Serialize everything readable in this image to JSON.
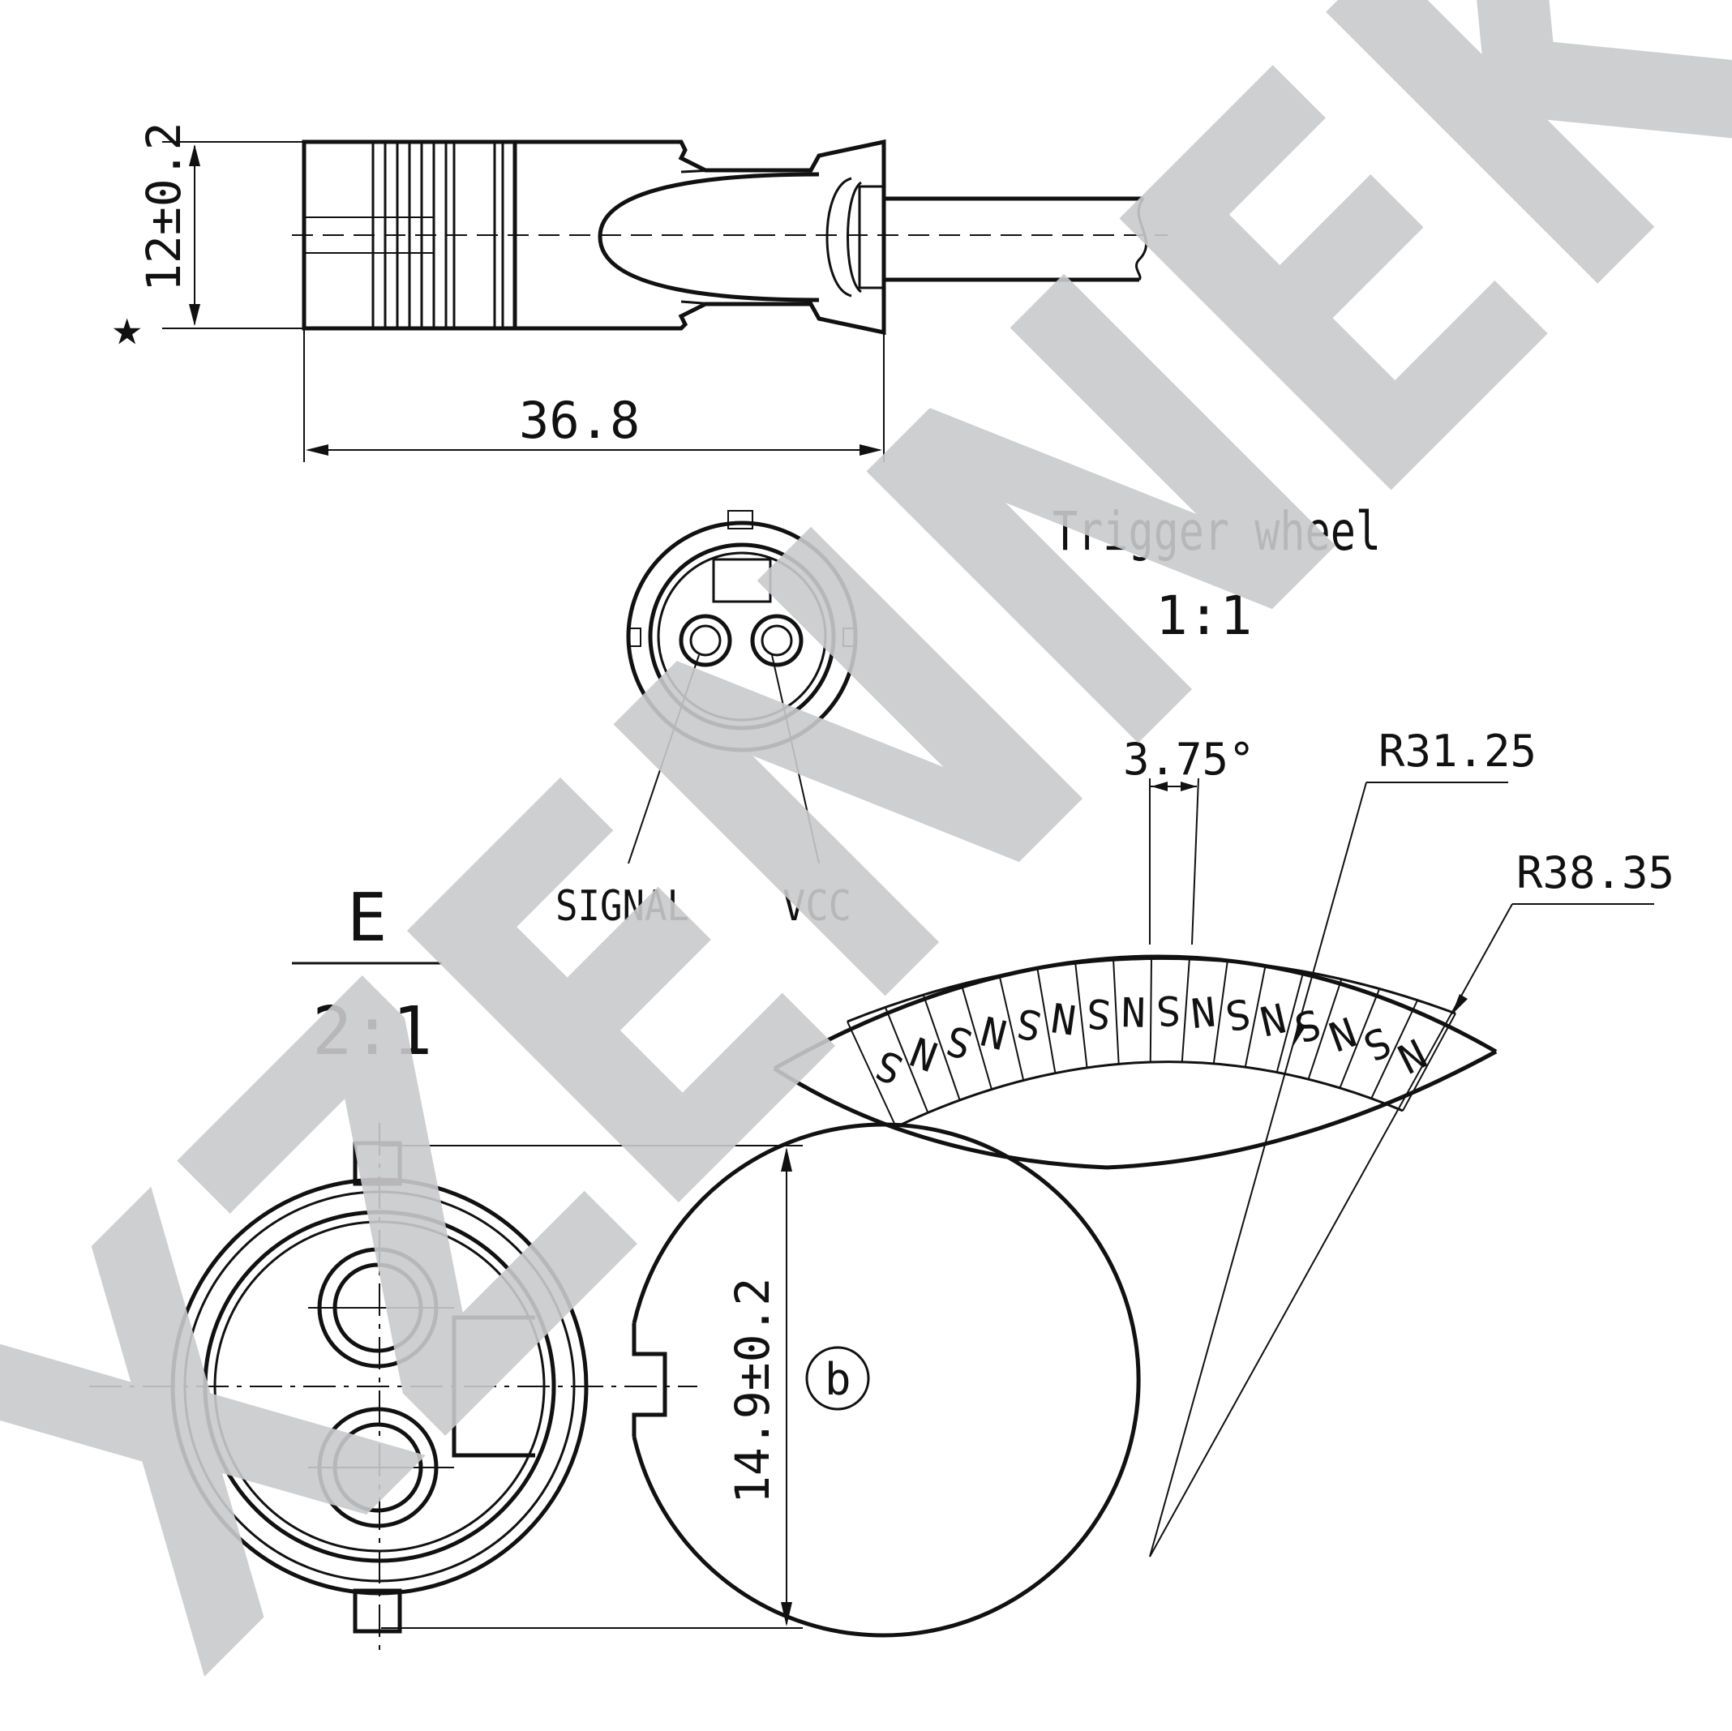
{
  "watermark": {
    "text": "XZENNEK",
    "color": "#c9cacc"
  },
  "side_view": {
    "height_dim": "12±0.2",
    "length_dim": "36.8",
    "critical_mark": "★"
  },
  "face_view": {
    "pin_labels": {
      "signal": "SIGNAL",
      "vcc": "VCC"
    }
  },
  "detail_view": {
    "label": "E",
    "scale": "2:1",
    "diameter_dim": "14.9±0.2",
    "callout": "b"
  },
  "trigger_wheel": {
    "title": "Trigger wheel",
    "scale": "1:1",
    "pole_angle": "3.75°",
    "inner_radius": "R31.25",
    "outer_radius": "R38.35",
    "poles": [
      "S",
      "N",
      "S",
      "N",
      "S",
      "N",
      "S",
      "N",
      "S",
      "N",
      "S",
      "N",
      "S",
      "N",
      "S",
      "N"
    ]
  }
}
